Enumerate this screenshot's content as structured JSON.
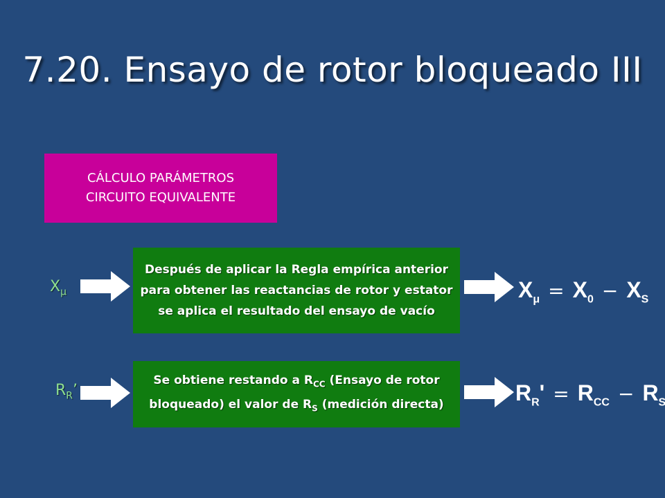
{
  "title": "7.20. Ensayo de rotor bloqueado III",
  "section_box": {
    "line1": "CÁLCULO PARÁMETROS",
    "line2": "CIRCUITO EQUIVALENTE"
  },
  "rows": [
    {
      "label_main": "X",
      "label_sub": "μ",
      "box_lines": [
        "Después de aplicar la Regla empírica anterior",
        "para obtener las reactancias de rotor y estator",
        "se aplica el resultado del ensayo de vacío"
      ],
      "formula": {
        "lhs": "X",
        "lhs_sub": "μ",
        "eq": "=",
        "t1": "X",
        "t1_sub": "0",
        "minus": "−",
        "t2": "X",
        "t2_sub": "S"
      }
    },
    {
      "label_main": "R",
      "label_sub": "R",
      "label_suffix": "’",
      "box_line1_pre": "Se obtiene restando a R",
      "box_line1_sub": "CC",
      "box_line1_post": " (Ensayo de rotor",
      "box_line2_pre": "bloqueado) el valor de R",
      "box_line2_sub": "S",
      "box_line2_post": " (medición directa)",
      "formula": {
        "lhs": "R",
        "lhs_sub": "R",
        "prime": "'",
        "eq": "=",
        "t1": "R",
        "t1_sub": "CC",
        "minus": "−",
        "t2": "R",
        "t2_sub": "S"
      }
    }
  ],
  "colors": {
    "background": "#244a7c",
    "pink_box": "#c8009a",
    "green_box": "#107c10",
    "label_green": "#8fe08f"
  }
}
